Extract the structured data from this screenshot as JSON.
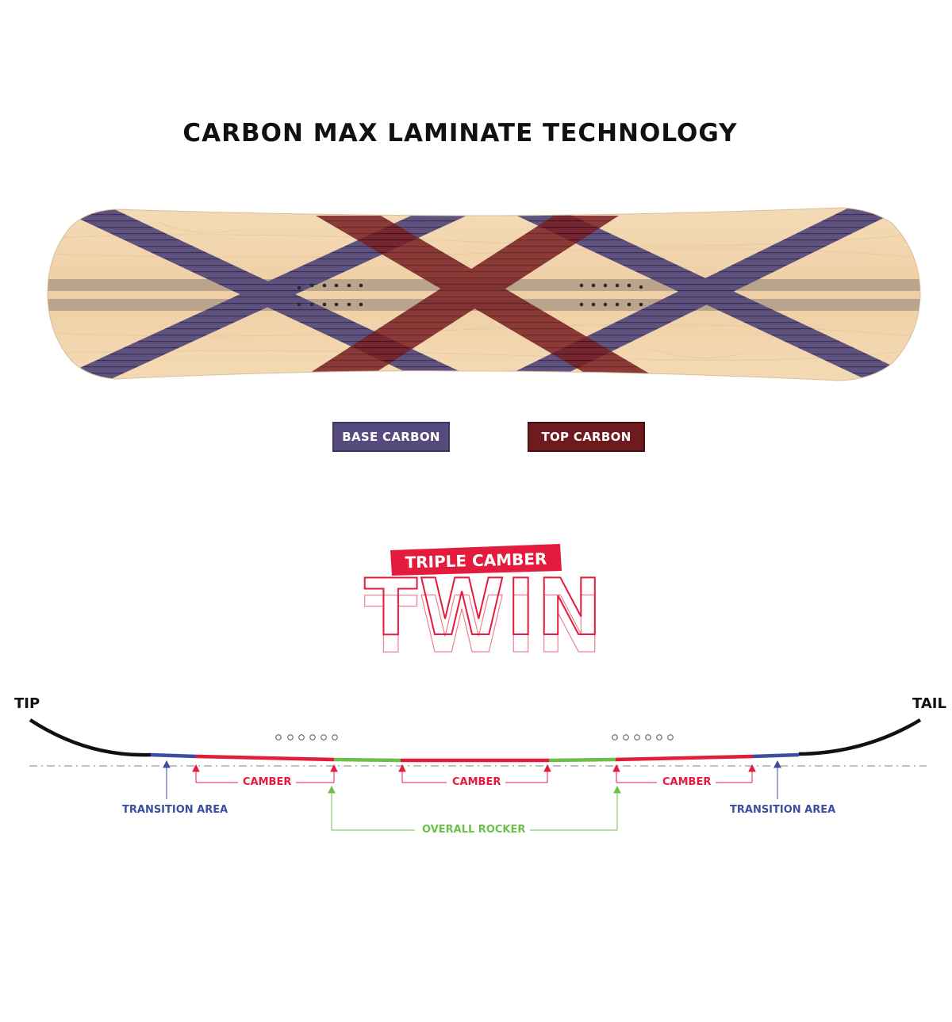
{
  "title": "CARBON MAX LAMINATE TECHNOLOGY",
  "legend": {
    "base_carbon": "BASE CARBON",
    "top_carbon": "TOP CARBON"
  },
  "logo": {
    "line1": "TRIPLE CAMBER",
    "line2": "TWIN"
  },
  "profile": {
    "tip": "TIP",
    "tail": "TAIL",
    "camber": "CAMBER",
    "transition_area": "TRANSITION AREA",
    "overall_rocker": "OVERALL ROCKER"
  },
  "colors": {
    "base_carbon": "#574b7d",
    "top_carbon": "#6e1a1e",
    "camber": "#e31b3c",
    "transition": "#3b4fa0",
    "rocker": "#6cc04a",
    "wood": "#f2d6b0"
  }
}
